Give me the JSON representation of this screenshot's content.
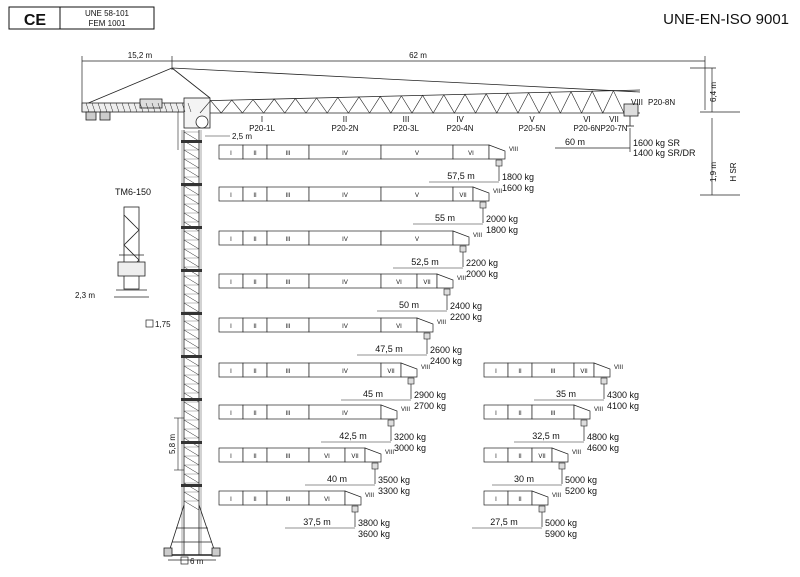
{
  "header": {
    "ce_mark": "CE",
    "standards": [
      "UNE 58-101",
      "FEM 1001"
    ],
    "iso": "UNE-EN-ISO 9001"
  },
  "crane": {
    "counter_jib_length": "15,2 m",
    "jib_length": "62 m",
    "head_height": "6,4 m",
    "radius_2_5": "2,5 m",
    "tip_radius": "60 m",
    "tip_load_sr": "1600 kg SR",
    "tip_load_srdr": "1400 kg SR/DR",
    "roman": [
      "I",
      "II",
      "III",
      "IV",
      "V",
      "VI",
      "VII",
      "VIII"
    ],
    "jib_sections": [
      "P20-1L",
      "P20-2N",
      "P20-3L",
      "P20-4N",
      "P20-5N",
      "P20-6N",
      "P20-7N",
      "P20-8N"
    ],
    "dim_1_9": "1,9 m",
    "h_sr": "H SR",
    "mast_model": "TM6-150",
    "mast_width": "2,3 m",
    "mast_section": "1,75",
    "mast_height": "5,8 m",
    "base": "6 m"
  },
  "configs": [
    {
      "sections": [
        "I",
        "II",
        "III",
        "IV",
        "V",
        "VI",
        "VIII"
      ],
      "radius": "57,5 m",
      "load1": "1800 kg",
      "load2": "1600 kg"
    },
    {
      "sections": [
        "I",
        "II",
        "III",
        "IV",
        "V",
        "VII",
        "VIII"
      ],
      "radius": "55 m",
      "load1": "2000 kg",
      "load2": "1800 kg"
    },
    {
      "sections": [
        "I",
        "II",
        "III",
        "IV",
        "V",
        "VIII"
      ],
      "radius": "52,5 m",
      "load1": "2200 kg",
      "load2": "2000 kg"
    },
    {
      "sections": [
        "I",
        "II",
        "III",
        "IV",
        "VI",
        "VII",
        "VIII"
      ],
      "radius": "50 m",
      "load1": "2400 kg",
      "load2": "2200 kg"
    },
    {
      "sections": [
        "I",
        "II",
        "III",
        "IV",
        "VI",
        "VIII"
      ],
      "radius": "47,5 m",
      "load1": "2600 kg",
      "load2": "2400 kg"
    },
    {
      "sections": [
        "I",
        "II",
        "III",
        "IV",
        "VII",
        "VIII"
      ],
      "radius": "45 m",
      "load1": "2900 kg",
      "load2": "2700 kg"
    },
    {
      "sections": [
        "I",
        "II",
        "III",
        "IV",
        "VIII"
      ],
      "radius": "42,5 m",
      "load1": "3200 kg",
      "load2": "3000 kg"
    },
    {
      "sections": [
        "I",
        "II",
        "III",
        "VI",
        "VII",
        "VIII"
      ],
      "radius": "40 m",
      "load1": "3500 kg",
      "load2": "3300 kg"
    },
    {
      "sections": [
        "I",
        "II",
        "III",
        "VI",
        "VIII"
      ],
      "radius": "37,5 m",
      "load1": "3800 kg",
      "load2": "3600 kg"
    },
    {
      "sections": [
        "I",
        "II",
        "III",
        "VII",
        "VIII"
      ],
      "radius": "35 m",
      "load1": "4300 kg",
      "load2": "4100 kg"
    },
    {
      "sections": [
        "I",
        "II",
        "III",
        "VIII"
      ],
      "radius": "32,5 m",
      "load1": "4800 kg",
      "load2": "4600 kg"
    },
    {
      "sections": [
        "I",
        "II",
        "VII",
        "VIII"
      ],
      "radius": "30 m",
      "load1": "5000 kg",
      "load2": "5200 kg"
    },
    {
      "sections": [
        "I",
        "II",
        "VIII"
      ],
      "radius": "27,5 m",
      "load1": "5000 kg",
      "load2": "5900 kg"
    }
  ]
}
